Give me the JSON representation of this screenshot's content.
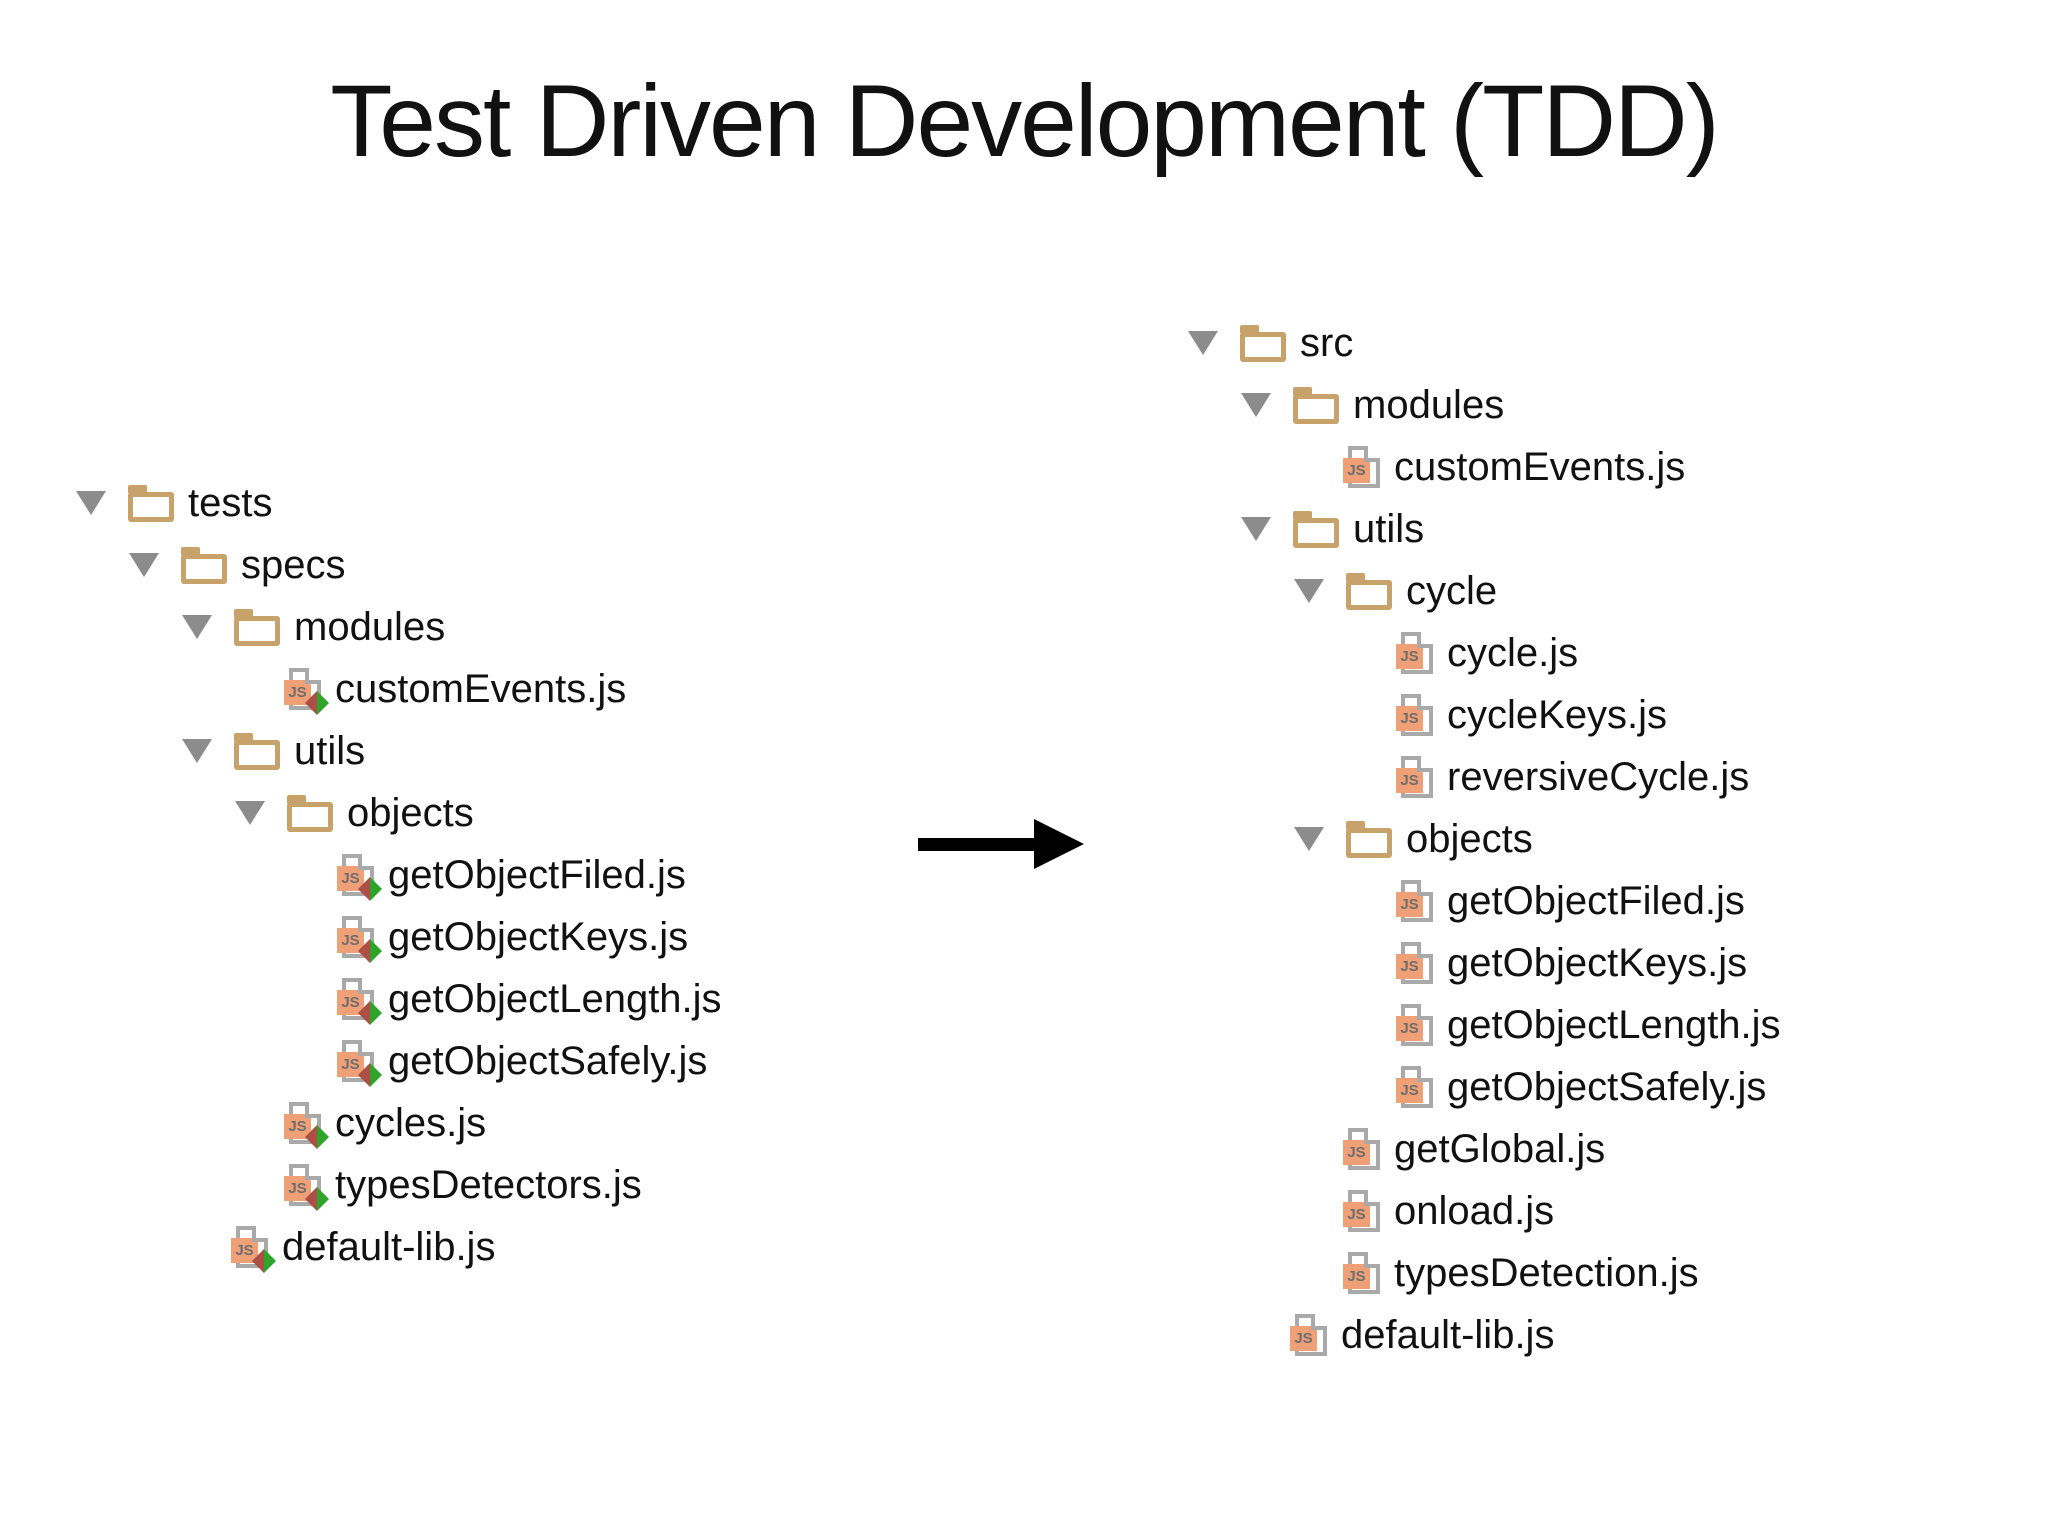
{
  "title": "Test Driven Development (TDD)",
  "icons": {
    "js_badge_text": "JS"
  },
  "colors": {
    "folder": "#C7A36B",
    "triangle": "#8C8C8C",
    "doc-border": "#A9A9A9",
    "js-badge-bg": "#F0A077",
    "js-badge-text": "#6E6E6E",
    "modified-red": "#AC4F44",
    "modified-green": "#2FA42C",
    "arrow": "#000000",
    "text": "#111111"
  },
  "left_tree": {
    "items": [
      {
        "label": "tests",
        "type": "folder",
        "level": 0,
        "arrow": true
      },
      {
        "label": "specs",
        "type": "folder",
        "level": 1,
        "arrow": true
      },
      {
        "label": "modules",
        "type": "folder",
        "level": 2,
        "arrow": true
      },
      {
        "label": "customEvents.js",
        "type": "file",
        "level": 3,
        "modified": true
      },
      {
        "label": "utils",
        "type": "folder",
        "level": 2,
        "arrow": true
      },
      {
        "label": "objects",
        "type": "folder",
        "level": 3,
        "arrow": true
      },
      {
        "label": "getObjectFiled.js",
        "type": "file",
        "level": 4,
        "modified": true
      },
      {
        "label": "getObjectKeys.js",
        "type": "file",
        "level": 4,
        "modified": true
      },
      {
        "label": "getObjectLength.js",
        "type": "file",
        "level": 4,
        "modified": true
      },
      {
        "label": "getObjectSafely.js",
        "type": "file",
        "level": 4,
        "modified": true
      },
      {
        "label": "cycles.js",
        "type": "file",
        "level": 3,
        "modified": true
      },
      {
        "label": "typesDetectors.js",
        "type": "file",
        "level": 3,
        "modified": true
      },
      {
        "label": "default-lib.js",
        "type": "file",
        "level": 2,
        "modified": true
      }
    ]
  },
  "right_tree": {
    "items": [
      {
        "label": "src",
        "type": "folder",
        "level": 0,
        "arrow": true
      },
      {
        "label": "modules",
        "type": "folder",
        "level": 1,
        "arrow": true
      },
      {
        "label": "customEvents.js",
        "type": "file",
        "level": 2,
        "modified": false
      },
      {
        "label": "utils",
        "type": "folder",
        "level": 1,
        "arrow": true
      },
      {
        "label": "cycle",
        "type": "folder",
        "level": 2,
        "arrow": true
      },
      {
        "label": "cycle.js",
        "type": "file",
        "level": 3,
        "modified": false
      },
      {
        "label": "cycleKeys.js",
        "type": "file",
        "level": 3,
        "modified": false
      },
      {
        "label": "reversiveCycle.js",
        "type": "file",
        "level": 3,
        "modified": false
      },
      {
        "label": "objects",
        "type": "folder",
        "level": 2,
        "arrow": true
      },
      {
        "label": "getObjectFiled.js",
        "type": "file",
        "level": 3,
        "modified": false
      },
      {
        "label": "getObjectKeys.js",
        "type": "file",
        "level": 3,
        "modified": false
      },
      {
        "label": "getObjectLength.js",
        "type": "file",
        "level": 3,
        "modified": false
      },
      {
        "label": "getObjectSafely.js",
        "type": "file",
        "level": 3,
        "modified": false
      },
      {
        "label": "getGlobal.js",
        "type": "file",
        "level": 2,
        "modified": false
      },
      {
        "label": "onload.js",
        "type": "file",
        "level": 2,
        "modified": false
      },
      {
        "label": "typesDetection.js",
        "type": "file",
        "level": 2,
        "modified": false
      },
      {
        "label": "default-lib.js",
        "type": "file",
        "level": 1,
        "modified": false
      }
    ]
  }
}
